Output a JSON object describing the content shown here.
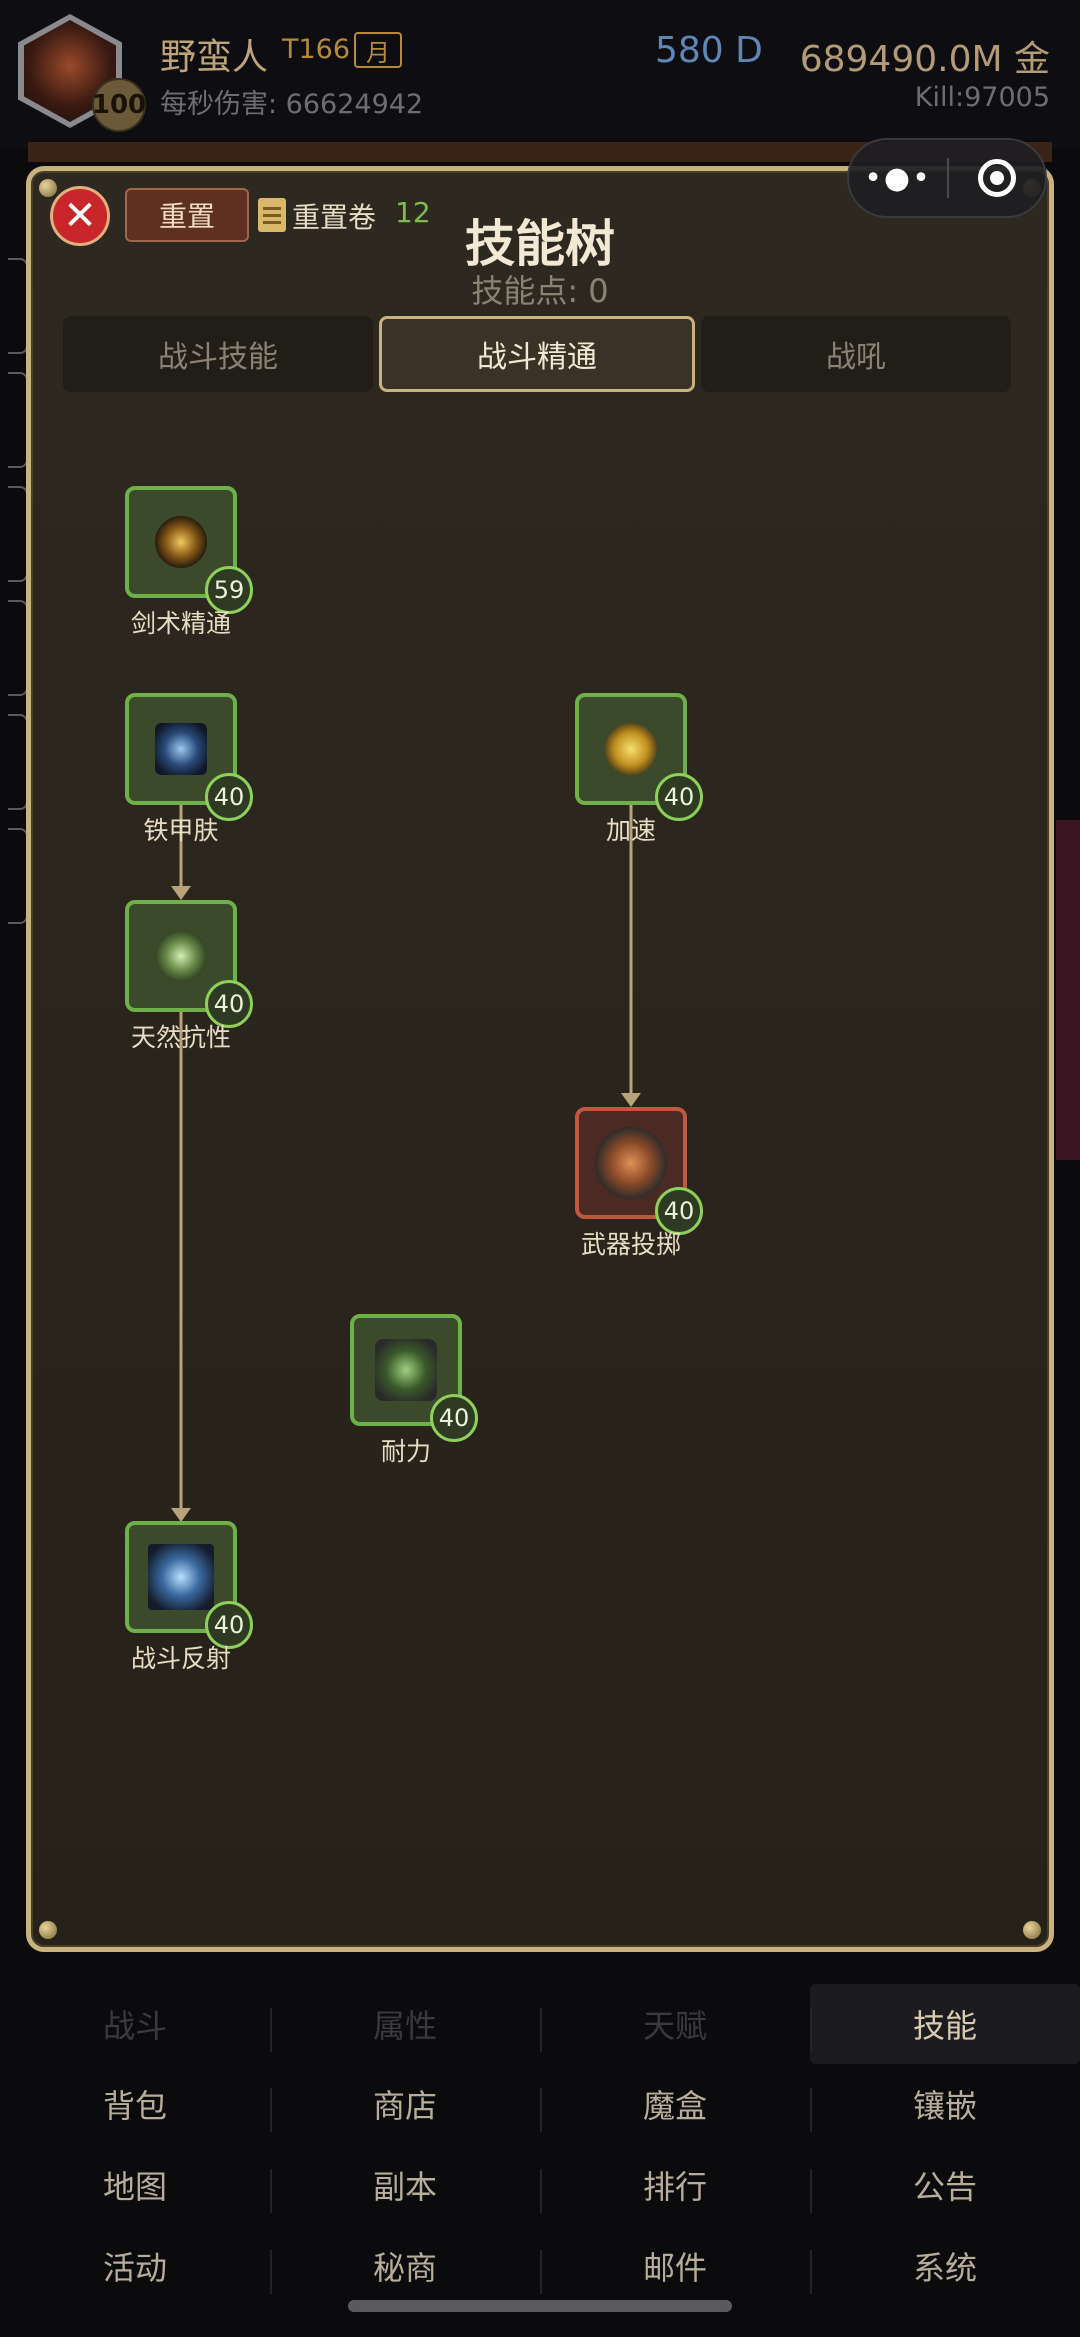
{
  "header": {
    "player_name": "野蛮人",
    "tier": "T166",
    "month_badge": "月",
    "level": "100",
    "dps": "每秒伤害: 66624942",
    "currency_d": "580 D",
    "gold": "689490.0M 金",
    "kill": "Kill:97005"
  },
  "skill_tree": {
    "reset_label": "重置",
    "reset_scroll_label": "重置卷",
    "reset_scroll_count": "12",
    "title": "技能树",
    "skill_points": "技能点: 0",
    "tabs": [
      {
        "label": "战斗技能",
        "active": false
      },
      {
        "label": "战斗精通",
        "active": true
      },
      {
        "label": "战吼",
        "active": false
      }
    ],
    "nodes": [
      {
        "name": "剑术精通",
        "level": "59"
      },
      {
        "name": "铁甲肤",
        "level": "40"
      },
      {
        "name": "加速",
        "level": "40"
      },
      {
        "name": "天然抗性",
        "level": "40"
      },
      {
        "name": "武器投掷",
        "level": "40"
      },
      {
        "name": "耐力",
        "level": "40"
      },
      {
        "name": "战斗反射",
        "level": "40"
      }
    ]
  },
  "nav": {
    "row1": [
      "战斗",
      "属性",
      "天赋",
      "技能"
    ],
    "row2": [
      "背包",
      "商店",
      "魔盒",
      "镶嵌"
    ],
    "row3": [
      "地图",
      "副本",
      "排行",
      "公告"
    ],
    "row4": [
      "活动",
      "秘商",
      "邮件",
      "系统"
    ],
    "active": "技能"
  },
  "colors": {
    "panel_border": "#c8b27e",
    "node_unlocked_border": "#6fb04a",
    "node_red_border": "#c0583e",
    "scroll_count": "#7cbf4c",
    "currency_d": "#5f86b6"
  }
}
